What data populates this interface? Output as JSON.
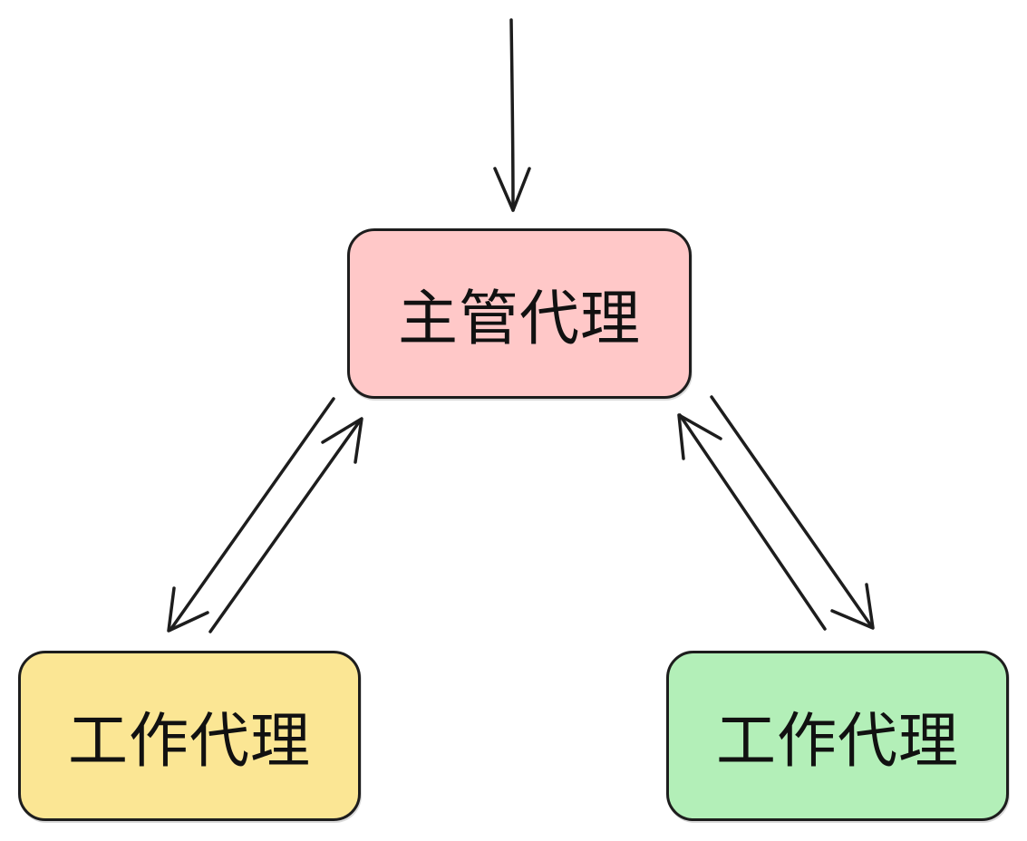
{
  "diagram": {
    "supervisor": {
      "label": "主管代理",
      "fill": "#ffc8c8"
    },
    "workers": [
      {
        "label": "工作代理",
        "fill": "#fbe694"
      },
      {
        "label": "工作代理",
        "fill": "#b3efb8"
      }
    ],
    "stroke_color": "#1d1d1d"
  }
}
